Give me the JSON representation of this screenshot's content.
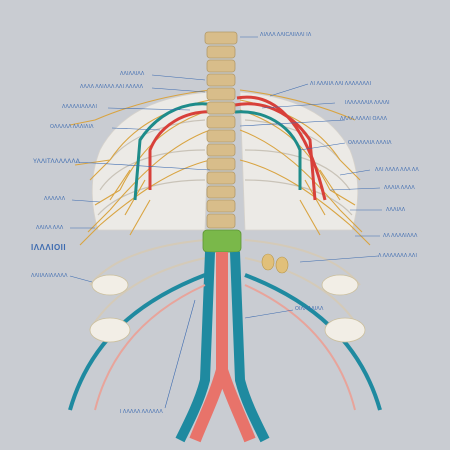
{
  "colors": {
    "background": "#c9ccd2",
    "label": "#3d6bb0",
    "nerve": "#d9a441",
    "artery": "#d8403a",
    "vein": "#1e8c8a",
    "bone": "#d8bd8a",
    "aorta": "#e8736a",
    "vena": "#1f8aa0",
    "green_band": "#7ab84a",
    "ribcage_fill": "#eceae6"
  },
  "labels": {
    "top_center": "ΛΙΛΛΛ ΛΛΙCΛΙΙΛΛΙ ΙΛ",
    "left_1": "ΛΛΙΛΛΙΛΛ",
    "left_2": "ΛΛΛΛ ΛΛΙΛΛΛ ΛΛΙ ΛΛΛΛΛ",
    "left_3": "ΛΛΛΛΛΙΛΛΛΛΙ",
    "left_4": "ΟΛΛΛΛΛ ΛΛΛΙΛΙΛ",
    "left_5": "ΥΛΛΙΤΛΛΛΛΛΛΛ",
    "left_6": "ΛΛΛΛΛΛ",
    "left_7": "ΛΛΙΛΛ ΛΛΛ",
    "left_big": "ΙΛΛΛΙΟΙΙ",
    "left_8": "ΛΛΙΙΛΛΙΛΛΛΛΛ",
    "right_1": "ΛΙ ΛΛΛΙΙΛ ΛΛΙ ΛΛΛΛΛΛΛΙ",
    "right_2": "ΙΛΛΛΛΛΛΙΛ ΛΛΛΛΙ",
    "right_3": "ΛΛΛΛ ΛΛΛΛΙ ΟΛΛΛ",
    "right_4": "ΟΛΛΛΛΛΙΛ ΛΛΛΙΛ",
    "right_5": "ΛΛΙ ΛΛΛΛ ΛΛΛ ΛΛ",
    "right_6": "ΛΛΛΙΛ ΛΛΛΛ",
    "right_7": "ΛΛΛΙΛΛ",
    "right_8": "ΛΛ ΛΛΛΛΙΛΛΛ",
    "right_9": "Λ ΛΛΛΛΛΛΛ ΛΛΙ",
    "center_right": "ΟΙΛΛΛΛΙΛΛ",
    "bottom": "Ι ΛΛΛΛΛ ΛΛΛΛΛΛ"
  }
}
